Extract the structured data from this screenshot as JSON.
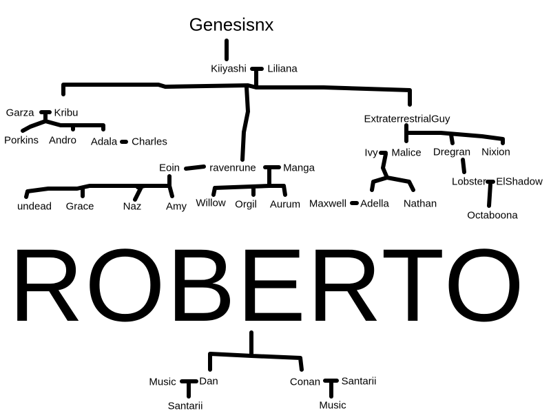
{
  "title": "Genesisnx",
  "banner": "ROBERTO",
  "nodes": {
    "kiiyashi": "Kiiyashi",
    "liliana": "Liliana",
    "garza": "Garza",
    "kribu": "Kribu",
    "porkins": "Porkins",
    "andro": "Andro",
    "adala": "Adala",
    "charles": "Charles",
    "eoin": "Eoin",
    "ravenrune": "ravenrune",
    "manga": "Manga",
    "undead": "undead",
    "grace": "Grace",
    "naz": "Naz",
    "amy": "Amy",
    "willow": "Willow",
    "orgil": "Orgil",
    "aurum": "Aurum",
    "extraterrestrialguy": "ExtraterrestrialGuy",
    "ivy": "Ivy",
    "malice": "Malice",
    "dregran": "Dregran",
    "nixion": "Nixion",
    "maxwell": "Maxwell",
    "adella": "Adella",
    "nathan": "Nathan",
    "lobster": "Lobster",
    "elshadow": "ElShadow",
    "octaboona": "Octaboona",
    "music_1": "Music",
    "dan": "Dan",
    "santarii_1": "Santarii",
    "conan": "Conan",
    "santarii_2": "Santarii",
    "music_2": "Music"
  },
  "colors": {
    "line": "#000000",
    "text": "#000000",
    "background": "#ffffff"
  }
}
